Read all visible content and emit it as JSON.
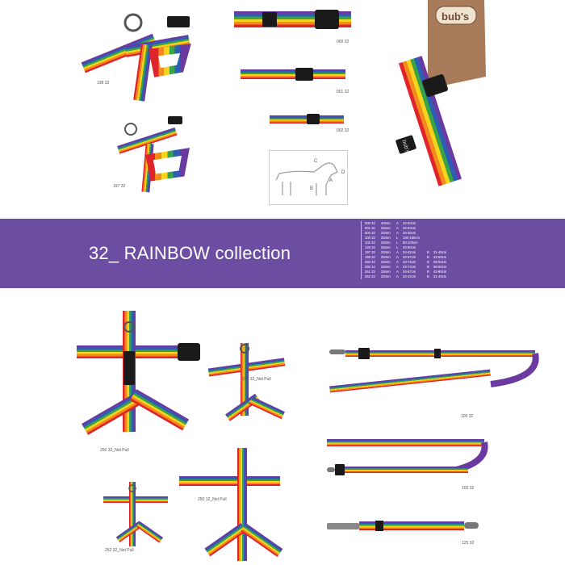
{
  "banner": {
    "title": "32_ RAINBOW collection"
  },
  "spec_table": [
    [
      "000 32",
      "40mm",
      "A",
      "42-63cm",
      "",
      ""
    ],
    [
      "001 32",
      "25mm",
      "A",
      "34-53cm",
      "",
      ""
    ],
    [
      "002 32",
      "20mm",
      "A",
      "25-36cm",
      "",
      ""
    ],
    [
      "100 32",
      "25mm",
      "L",
      "100-160cm",
      "",
      ""
    ],
    [
      "102 32",
      "20mm",
      "L",
      "60-100cm",
      "",
      ""
    ],
    [
      "125 32",
      "25mm",
      "L",
      "40-60cm",
      "",
      ""
    ],
    [
      "197 32",
      "20mm",
      "A",
      "24-42cm",
      "B",
      "31-49cm"
    ],
    [
      "198 32",
      "25mm",
      "A",
      "34-57cm",
      "B",
      "42-69cm"
    ],
    [
      "250 32",
      "25mm",
      "A",
      "43-74cm",
      "B",
      "59-94cm"
    ],
    [
      "250 12",
      "25mm",
      "A",
      "43-74cm",
      "B",
      "59-94cm"
    ],
    [
      "251 32",
      "25mm",
      "A",
      "34-57cm",
      "B",
      "42-69cm"
    ],
    [
      "252 32",
      "20mm",
      "A",
      "24-42cm",
      "B",
      "31-49cm"
    ]
  ],
  "products": {
    "p198": "198 32",
    "p197": "197 32",
    "p000": "000 32",
    "p001": "001 32",
    "p002": "002 32",
    "p250_32": "250 32_Not Pull",
    "p251_32": "251 32_Not Pull",
    "p250_12": "250 12_Not Pull",
    "p252_32": "252 32_Not Pull",
    "p100": "100 32",
    "p102": "102 32",
    "p125": "125 32"
  },
  "diagram": {
    "labels": [
      "C",
      "D",
      "A",
      "B"
    ]
  },
  "brand": {
    "logo_text": "bub's",
    "tag_text": "bub's"
  },
  "colors": {
    "banner": "#6b4ea2",
    "rainbow": [
      "#e0242b",
      "#f28a1e",
      "#f7d31c",
      "#3aa346",
      "#2c5fb3",
      "#6b3aa0"
    ]
  }
}
